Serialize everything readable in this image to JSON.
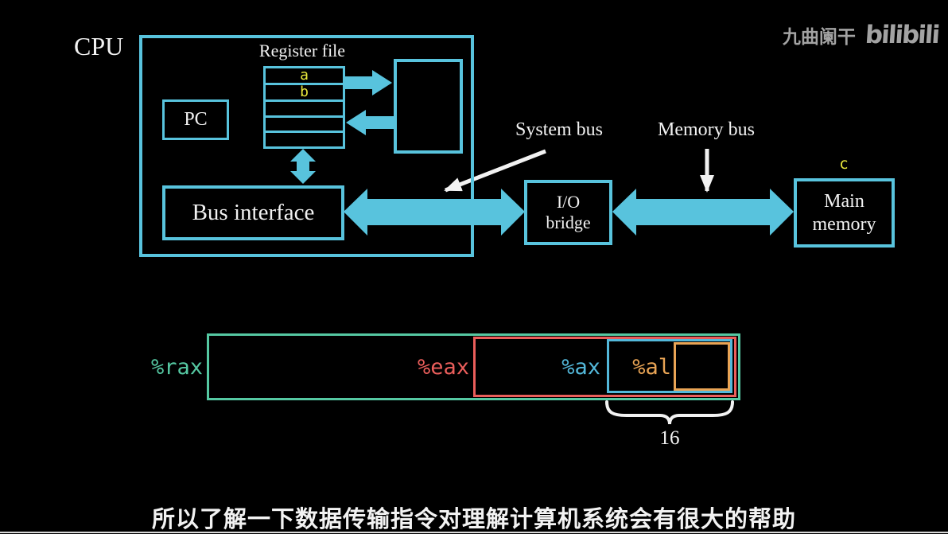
{
  "colors": {
    "cyan": "#58c3dd",
    "yellow": "#e9e83c",
    "white": "#f2f2f2",
    "green": "#55c8a2",
    "red": "#ea5e5b",
    "blue": "#53b8da",
    "orange": "#e9a455",
    "gray": "#a3a3a3",
    "bg": "#000000"
  },
  "cpu": {
    "label": "CPU",
    "register_file": {
      "label": "Register file",
      "rows": [
        "a",
        "b",
        "",
        "",
        ""
      ]
    },
    "pc_label": "PC",
    "bus_interface_label": "Bus interface"
  },
  "buses": {
    "system_bus_label": "System bus",
    "memory_bus_label": "Memory bus"
  },
  "io_bridge": {
    "line1": "I/O",
    "line2": "bridge"
  },
  "main_memory": {
    "tag": "c",
    "line1": "Main",
    "line2": "memory"
  },
  "registers": {
    "rax": "%rax",
    "eax": "%eax",
    "ax": "%ax",
    "al": "%al",
    "brace_label": "16"
  },
  "subtitle": "所以了解一下数据传输指令对理解计算机系统会有很大的帮助",
  "watermark": {
    "name": "九曲阑干",
    "logo": "bilibili"
  }
}
